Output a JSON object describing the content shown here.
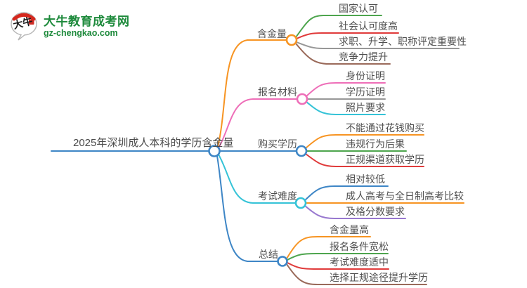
{
  "logo": {
    "site_name": "大牛教育成考网",
    "site_url": "gz-chengkao.com",
    "icon_text": "大牛",
    "brand_color": "#1e8a3c",
    "seal_color": "#d5281e"
  },
  "palette": {
    "blue": "#3e86c6",
    "orange": "#f79422",
    "pink": "#ee6eb8",
    "cyan": "#35c3d7",
    "green": "#4ea54e",
    "red": "#e03b3b",
    "gray": "#979797",
    "brown": "#9a6a5a",
    "purple": "#9878cf",
    "text": "#4f4f4f"
  },
  "mindmap": {
    "root": {
      "label": "2025年深圳成人本科的学历含金量",
      "color": "#3e86c6"
    },
    "branches": [
      {
        "label": "含金量",
        "color": "#f79422",
        "children": [
          {
            "label": "国家认可",
            "color": "#4ea54e"
          },
          {
            "label": "社会认可度高",
            "color": "#e03b3b"
          },
          {
            "label": "求职、升学、职称评定重要性",
            "color": "#979797"
          },
          {
            "label": "竞争力提升",
            "color": "#9a6a5a"
          }
        ]
      },
      {
        "label": "报名材料",
        "color": "#ee6eb8",
        "children": [
          {
            "label": "身份证明",
            "color": "#ee6eb8"
          },
          {
            "label": "学历证明",
            "color": "#8a8a8a"
          },
          {
            "label": "照片要求",
            "color": "#35c3d7"
          }
        ]
      },
      {
        "label": "购买学历",
        "color": "#3e86c6",
        "children": [
          {
            "label": "不能通过花钱购买",
            "color": "#f79422"
          },
          {
            "label": "违规行为后果",
            "color": "#4ea54e"
          },
          {
            "label": "正规渠道获取学历",
            "color": "#e03b3b"
          }
        ]
      },
      {
        "label": "考试难度",
        "color": "#35c3d7",
        "children": [
          {
            "label": "相对较低",
            "color": "#3e86c6"
          },
          {
            "label": "成人高考与全日制高考比较",
            "color": "#f79422"
          },
          {
            "label": "及格分数要求",
            "color": "#9878cf"
          }
        ]
      },
      {
        "label": "总结",
        "color": "#3e86c6",
        "children": [
          {
            "label": "含金量高",
            "color": "#f79422"
          },
          {
            "label": "报名条件宽松",
            "color": "#4ea54e"
          },
          {
            "label": "考试难度适中",
            "color": "#e03b3b"
          },
          {
            "label": "选择正规途径提升学历",
            "color": "#9a6a5a"
          }
        ]
      }
    ]
  }
}
